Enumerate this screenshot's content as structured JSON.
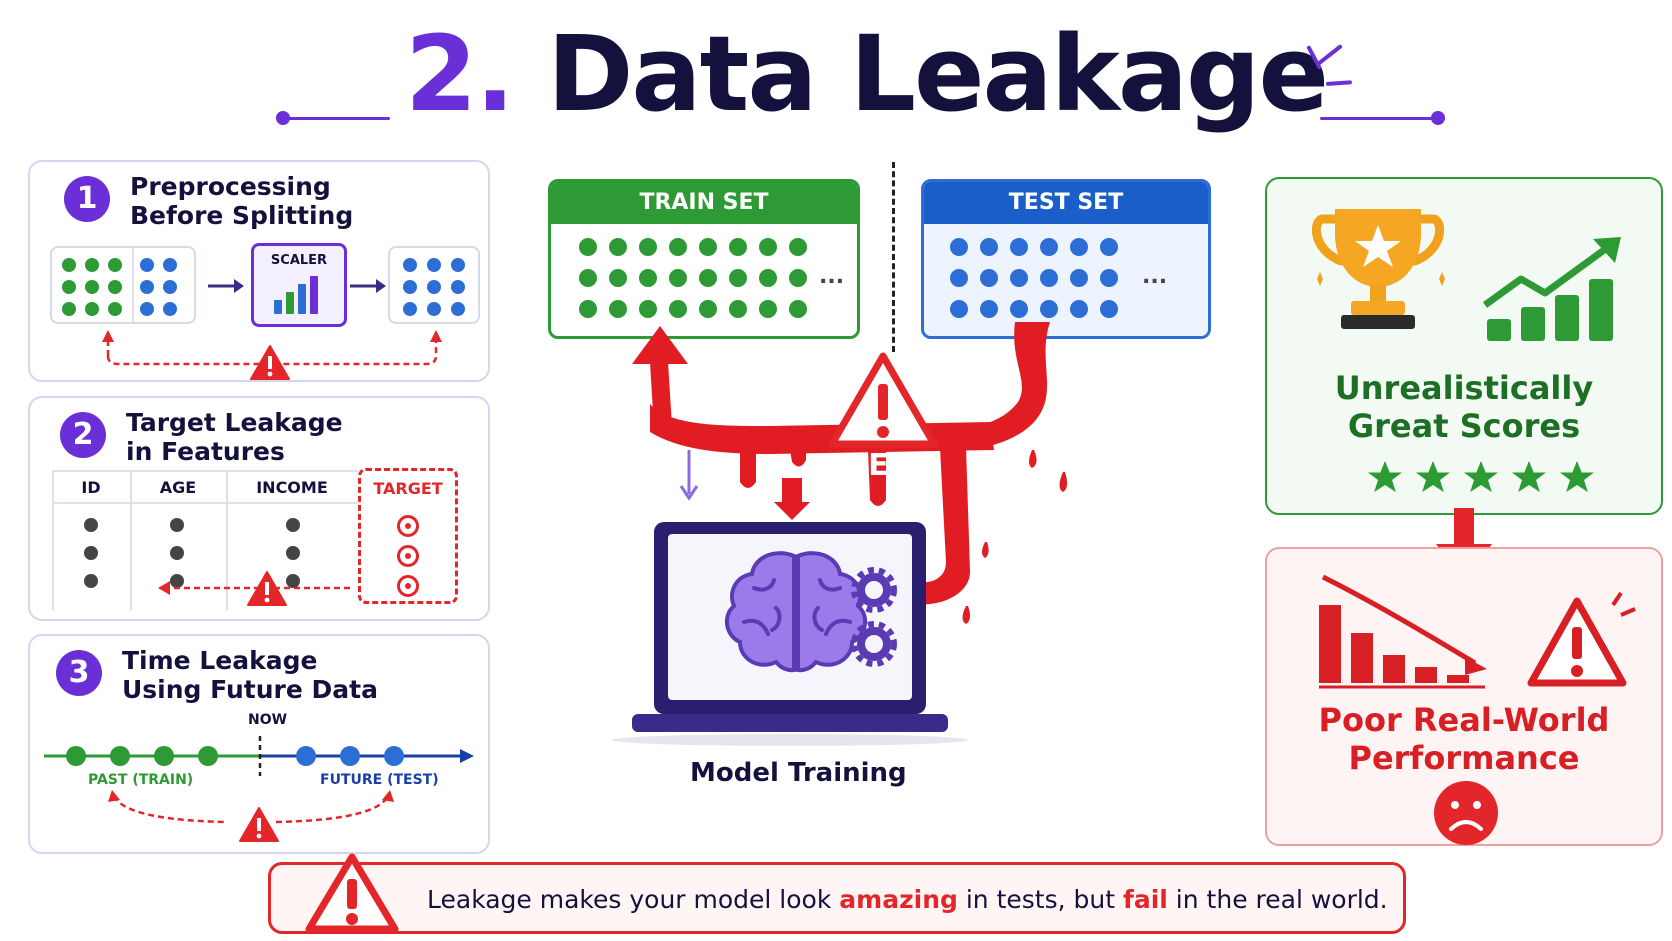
{
  "title": {
    "number": "2.",
    "text": "Data Leakage"
  },
  "panels": [
    {
      "badge": "1",
      "title_line1": "Preprocessing",
      "title_line2": "Before Splitting",
      "scaler_label": "SCALER"
    },
    {
      "badge": "2",
      "title_line1": "Target Leakage",
      "title_line2": "in Features",
      "columns": [
        "ID",
        "AGE",
        "INCOME",
        "TARGET"
      ]
    },
    {
      "badge": "3",
      "title_line1": "Time Leakage",
      "title_line2": "Using Future Data",
      "now_label": "NOW",
      "past_label": "PAST (TRAIN)",
      "future_label": "FUTURE (TEST)"
    }
  ],
  "center": {
    "train_label": "TRAIN SET",
    "test_label": "TEST SET",
    "more": "...",
    "leak_label": "LEAK",
    "model_label": "Model Training"
  },
  "right": {
    "good_line1": "Unrealistically",
    "good_line2": "Great Scores",
    "bad_line1": "Poor Real-World",
    "bad_line2": "Performance"
  },
  "footer": {
    "part1": "Leakage makes your model look ",
    "highlight1": "amazing",
    "part2": " in tests, but ",
    "highlight2": "fail",
    "part3": " in the real world."
  },
  "colors": {
    "purple": "#6a2fd6",
    "green": "#2e9a35",
    "blue": "#2c6ed5",
    "red": "#e3262a",
    "navy": "#14123d"
  }
}
